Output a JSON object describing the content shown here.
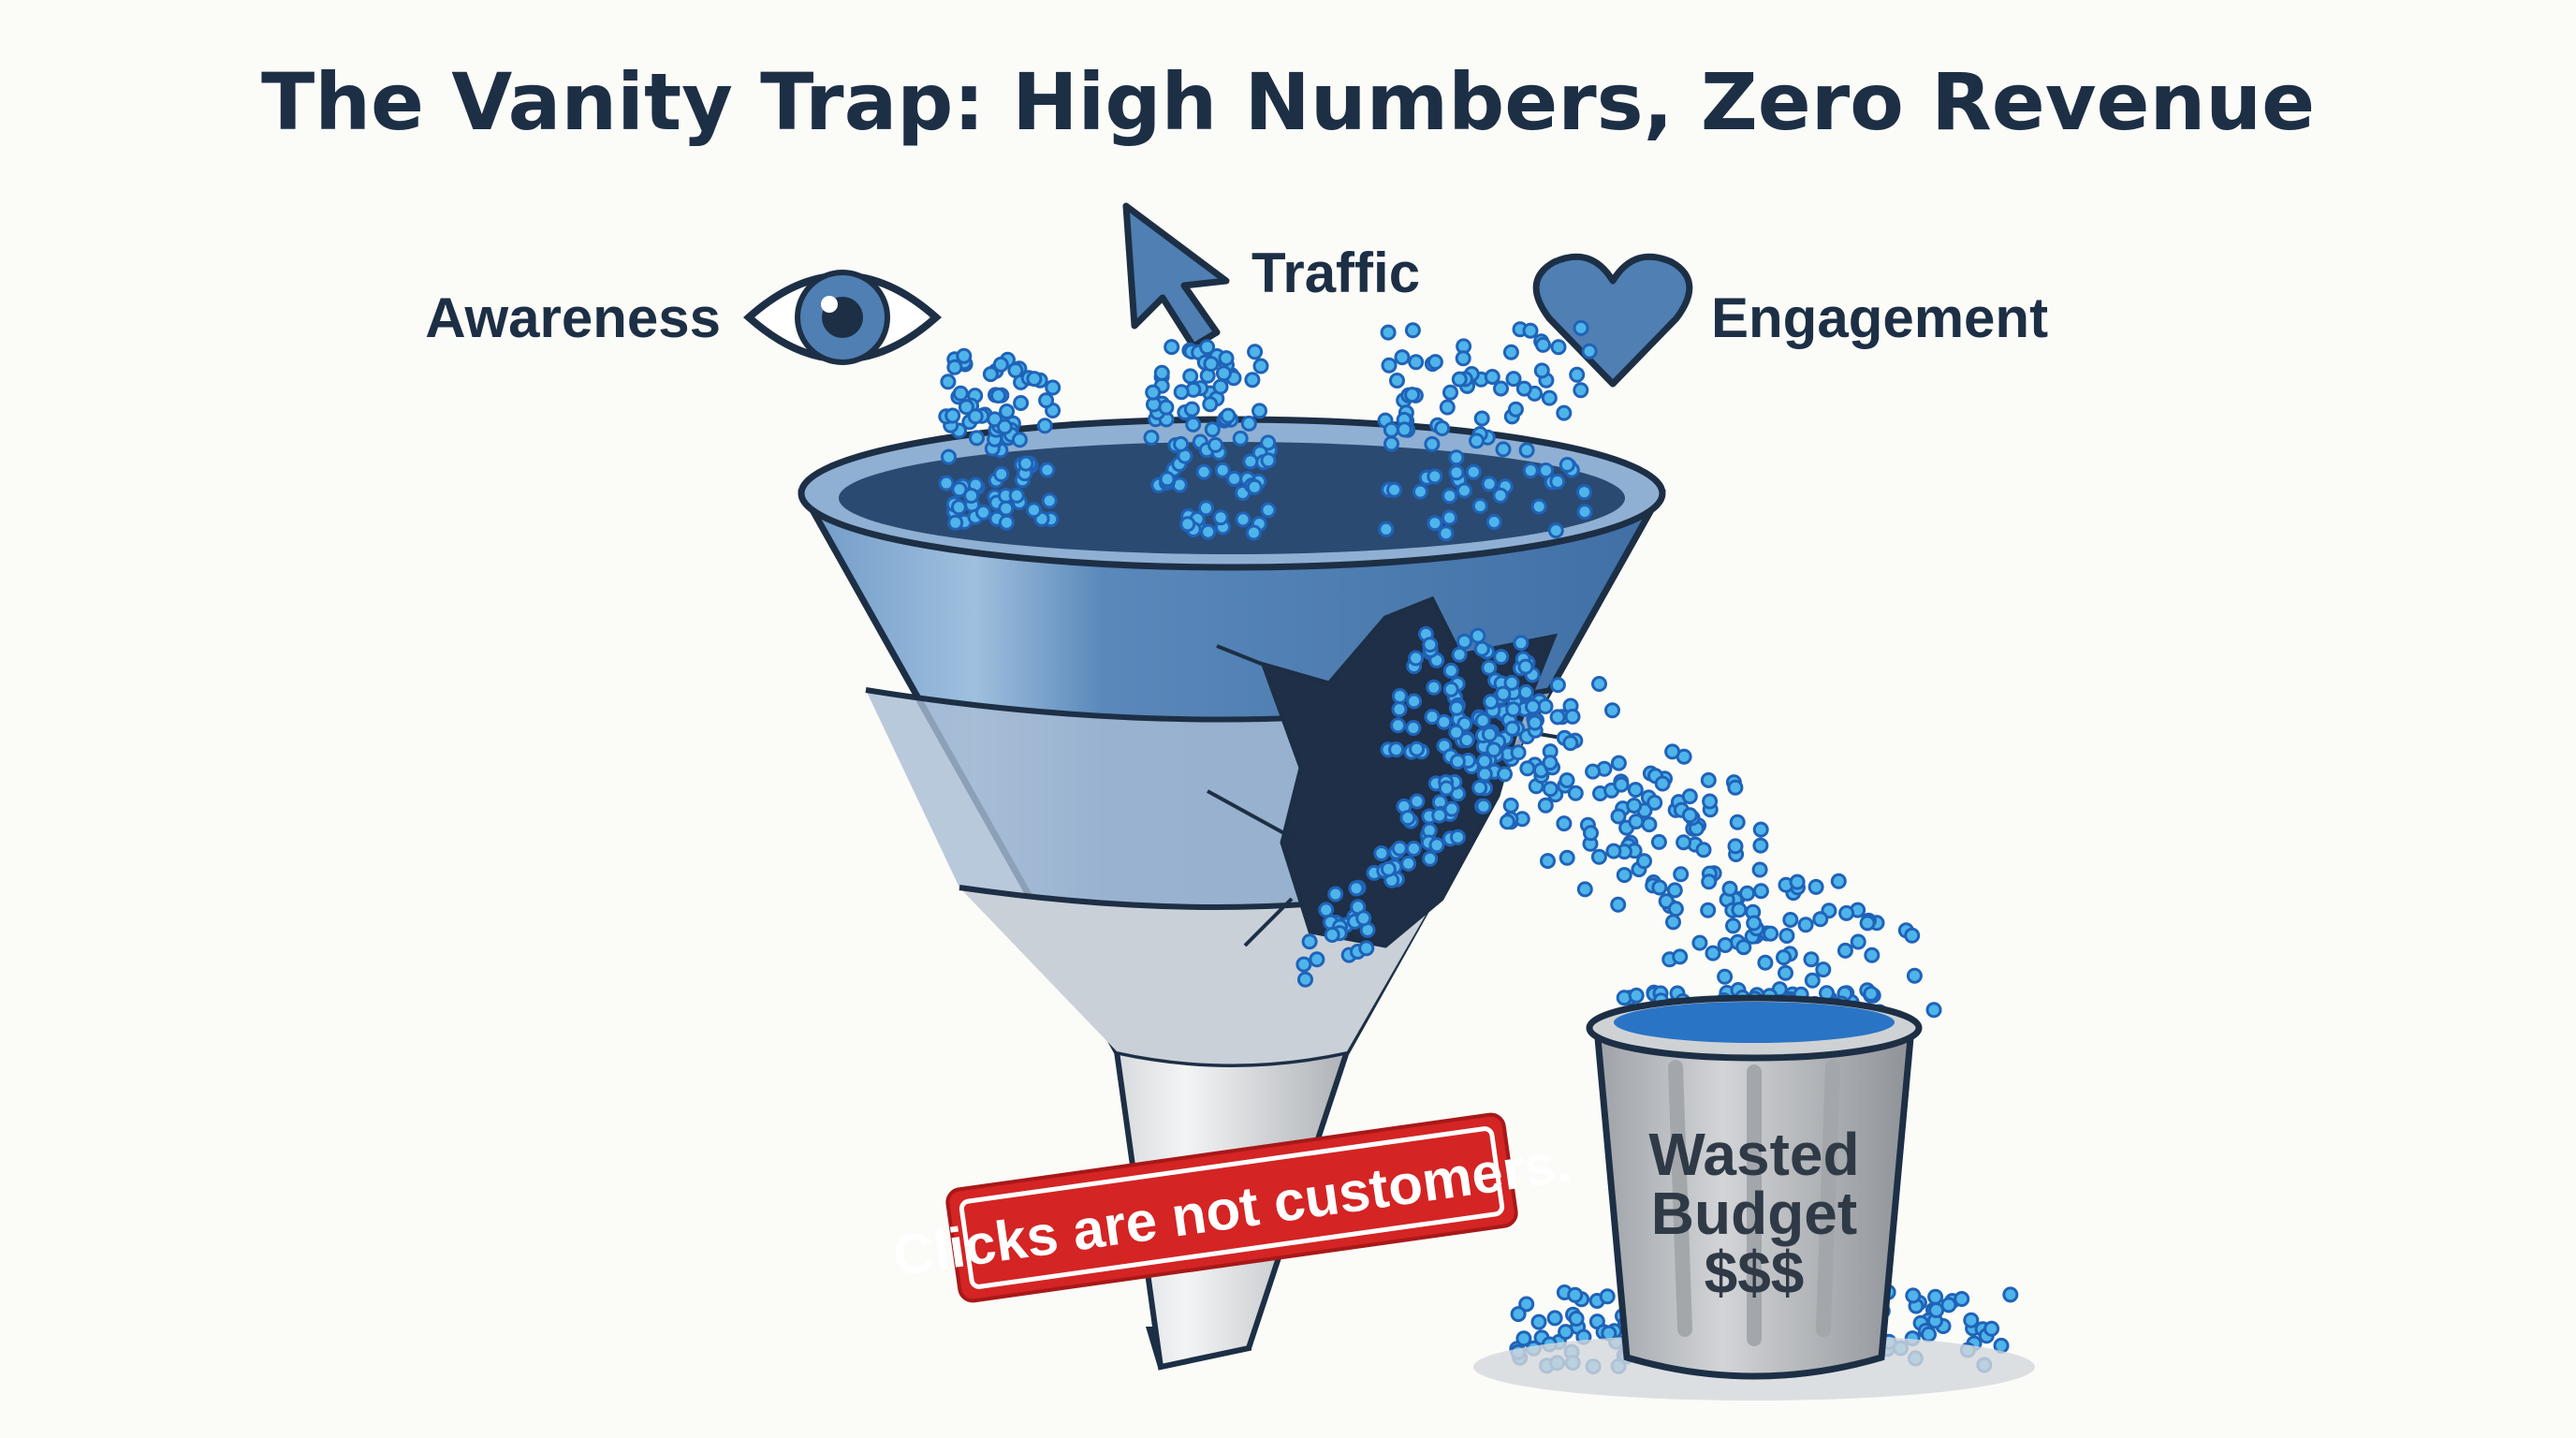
{
  "title": "The Vanity Trap: High Numbers, Zero Revenue",
  "stages": [
    {
      "label": "Awareness",
      "icon": "eye-icon"
    },
    {
      "label": "Traffic",
      "icon": "cursor-arrow-icon"
    },
    {
      "label": "Engagement",
      "icon": "heart-icon"
    }
  ],
  "warning_label": "Clicks are not customers.",
  "bucket": {
    "line1": "Wasted",
    "line2": "Budget",
    "line3": "$$$"
  },
  "colors": {
    "title": "#1d2f45",
    "funnel_blue": "#4f7fb3",
    "dot": "#2f86d6",
    "warning_red": "#d42424",
    "bucket_gray": "#b9bcc0"
  }
}
